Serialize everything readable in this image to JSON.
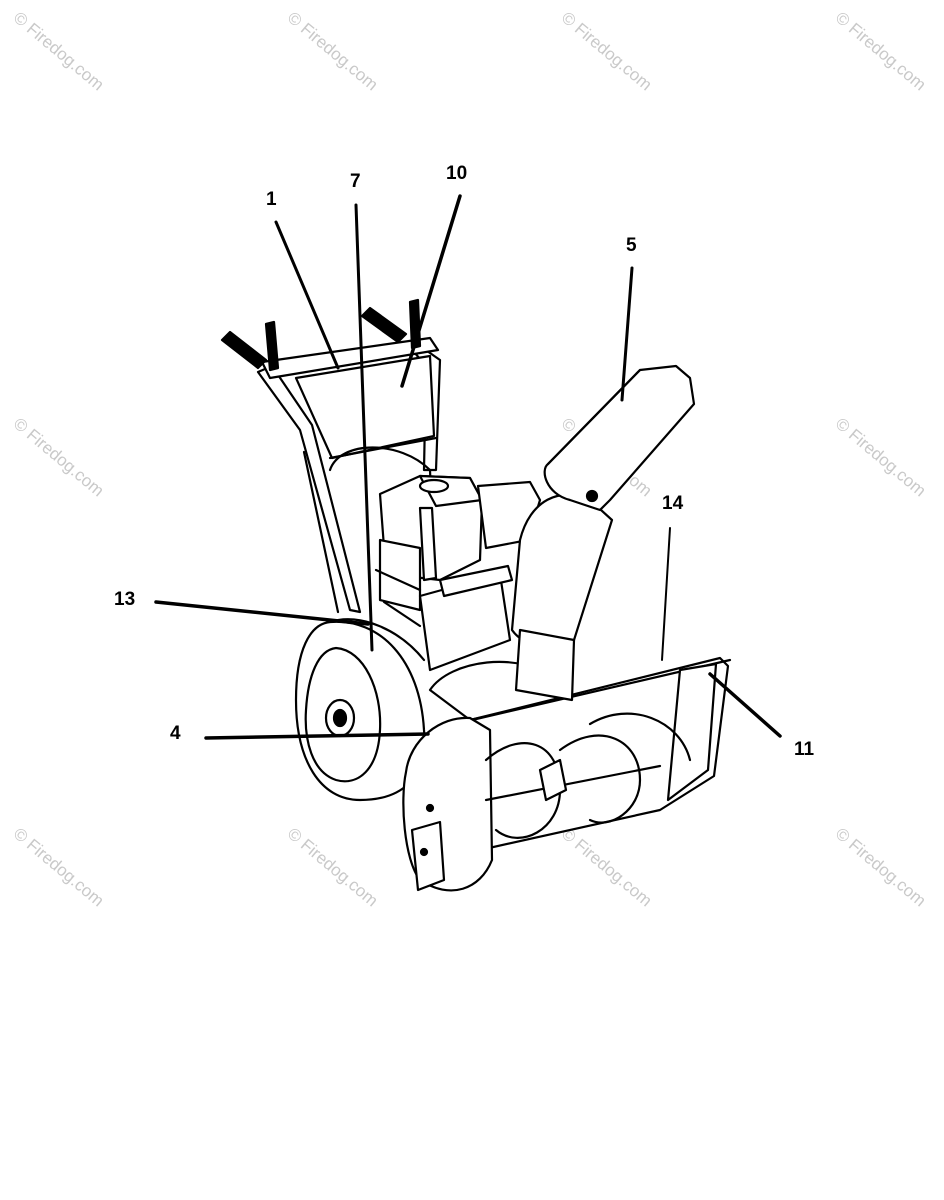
{
  "watermark": {
    "text": "© Firedog.com"
  },
  "callouts": [
    {
      "id": "1",
      "label": "1"
    },
    {
      "id": "7",
      "label": "7"
    },
    {
      "id": "10",
      "label": "10"
    },
    {
      "id": "5",
      "label": "5"
    },
    {
      "id": "14",
      "label": "14"
    },
    {
      "id": "13",
      "label": "13"
    },
    {
      "id": "4",
      "label": "4"
    },
    {
      "id": "11",
      "label": "11"
    }
  ]
}
